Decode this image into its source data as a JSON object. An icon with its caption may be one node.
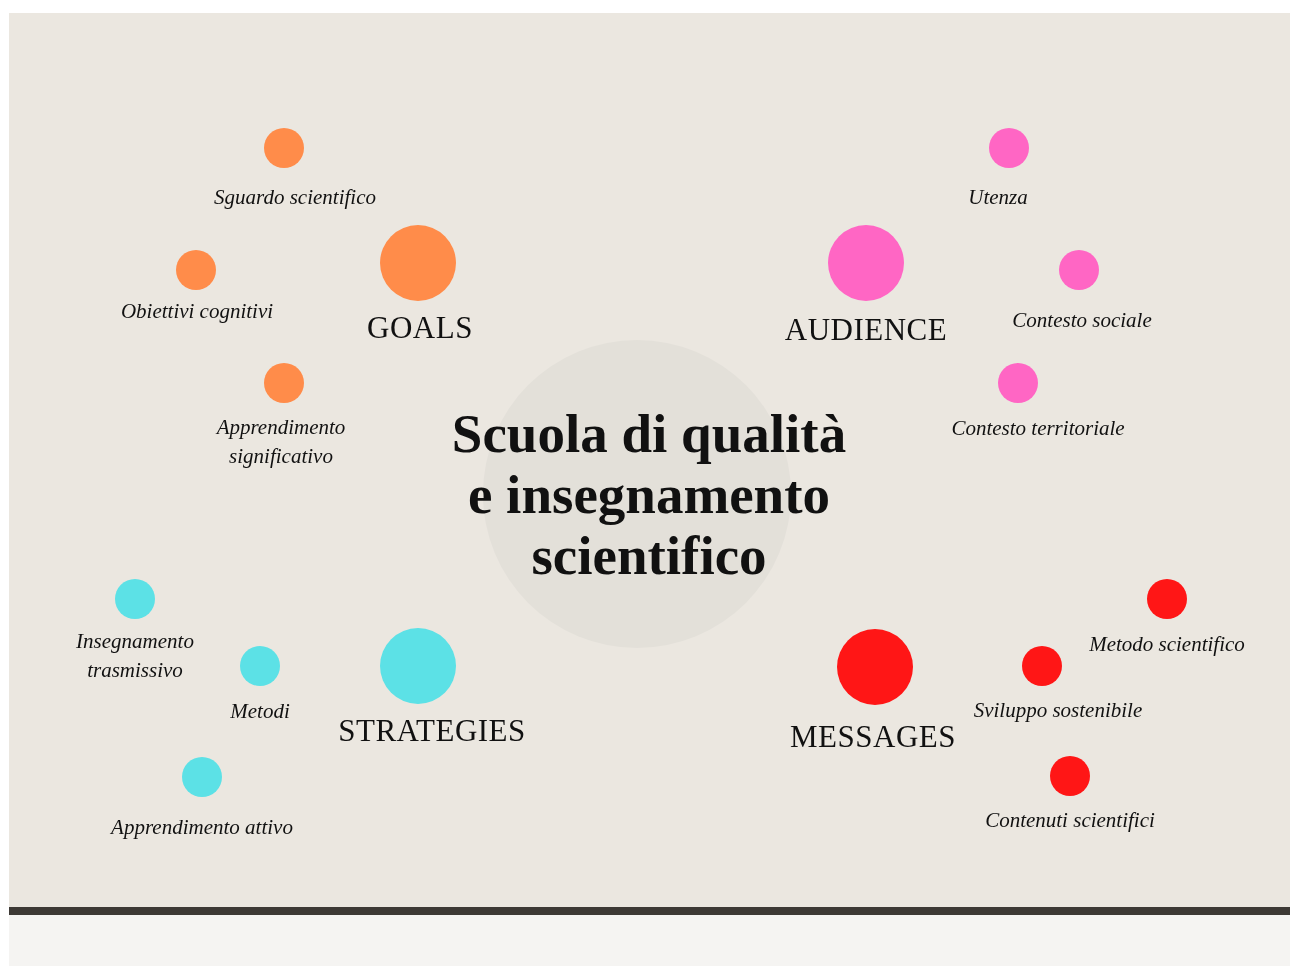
{
  "diagram": {
    "nodes": [
      {
        "text": [
          "Scuola di qualità e insegnamento scientifico"
        ]
      },
      {
        "text": [
          "GOALS"
        ]
      },
      {
        "text": [
          "Sguardo scientifico"
        ]
      },
      {
        "text": [
          "Obiettivi cognitivi"
        ]
      },
      {
        "text": [
          "Apprendimento significativo"
        ]
      },
      {
        "text": [
          "AUDIENCE"
        ]
      },
      {
        "text": [
          "Utenza"
        ]
      },
      {
        "text": [
          "Contesto sociale"
        ]
      },
      {
        "text": [
          "Contesto territoriale"
        ]
      },
      {
        "text": [
          "STRATEGIES"
        ]
      },
      {
        "text": [
          "Insegnamento trasmissivo"
        ]
      },
      {
        "text": [
          "Metodi"
        ]
      },
      {
        "text": [
          "Apprendimento attivo"
        ]
      },
      {
        "text": [
          "MESSAGES"
        ]
      },
      {
        "text": [
          "Metodo scientifico"
        ]
      },
      {
        "text": [
          "Sviluppo sostenibile"
        ]
      },
      {
        "text": [
          "Contenuti scientifici"
        ]
      }
    ]
  }
}
